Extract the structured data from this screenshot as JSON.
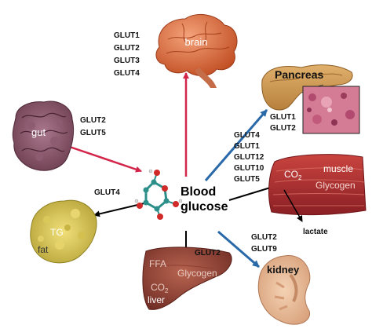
{
  "center": {
    "line1": "Blood",
    "line2": "glucose"
  },
  "organs": {
    "brain": {
      "label": "brain",
      "transporters": [
        "GLUT1",
        "GLUT2",
        "GLUT3",
        "GLUT4"
      ]
    },
    "pancreas": {
      "label": "Pancreas",
      "transporters": [
        "GLUT1",
        "GLUT2"
      ]
    },
    "gut": {
      "label": "gut",
      "transporters": [
        "GLUT2",
        "GLUT5"
      ]
    },
    "muscle": {
      "label": "muscle",
      "co2": "CO",
      "co2_sub": "2",
      "glycogen": "Glycogen",
      "lactate": "lactate",
      "transporters": [
        "GLUT4",
        "GLUT1",
        "GLUT12",
        "GLUT10",
        "GLUT5"
      ]
    },
    "fat": {
      "label": "fat",
      "tg": "TG",
      "transporters": [
        "GLUT4"
      ]
    },
    "liver": {
      "label": "liver",
      "ffa": "FFA",
      "glycogen": "Glycogen",
      "co2": "CO",
      "co2_sub": "2",
      "transporters": [
        "GLUT2"
      ]
    },
    "kidney": {
      "label": "kidney",
      "transporters": [
        "GLUT2",
        "GLUT9"
      ]
    }
  },
  "colors": {
    "red_arrow": "#d3254a",
    "blue_arrow": "#2a69a8",
    "black_arrow": "#000000"
  }
}
